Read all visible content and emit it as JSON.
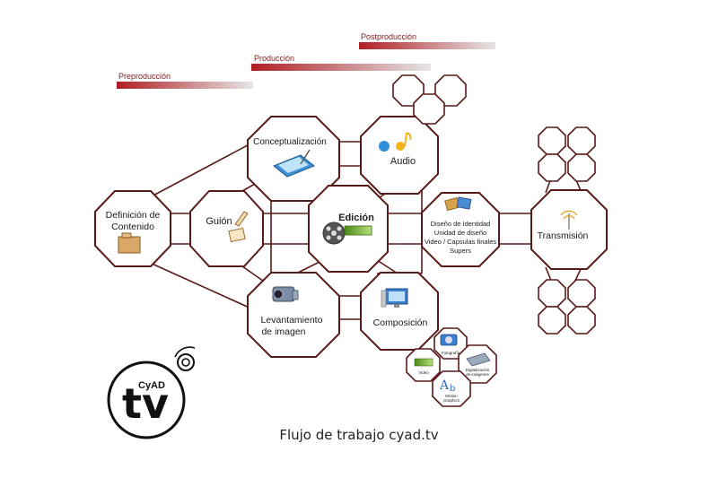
{
  "phases": [
    {
      "label": "Preproducción"
    },
    {
      "label": "Producción"
    },
    {
      "label": "Postproducción"
    }
  ],
  "nodes": {
    "definicion": [
      "Definición de",
      "Contenido"
    ],
    "guion": [
      "Guión"
    ],
    "conceptualizacion": [
      "Conceptualización"
    ],
    "edicion": [
      "Edición"
    ],
    "audio": [
      "Audio"
    ],
    "levantamiento": [
      "Levantamiento",
      "de imagen"
    ],
    "composicion": [
      "Composición"
    ],
    "diseno": [
      "Diseño de Identidad",
      "Unidad de diseño",
      "Video / Capsulas finales",
      "Supers"
    ],
    "transmision": [
      "Transmisión"
    ]
  },
  "sub_nodes": {
    "fotografia": "Fotografía",
    "video": "Video",
    "digitalizacion": [
      "Digitalización",
      "de imágenes"
    ],
    "motion": [
      "Motion",
      "Graphics"
    ]
  },
  "logo": {
    "top": "CyAD",
    "main": "tv"
  },
  "caption": "Flujo de trabajo cyad.tv",
  "colors": {
    "line": "#5a1a1a",
    "phase_bar": "#b01e23",
    "accent": "#7a1a1a"
  }
}
